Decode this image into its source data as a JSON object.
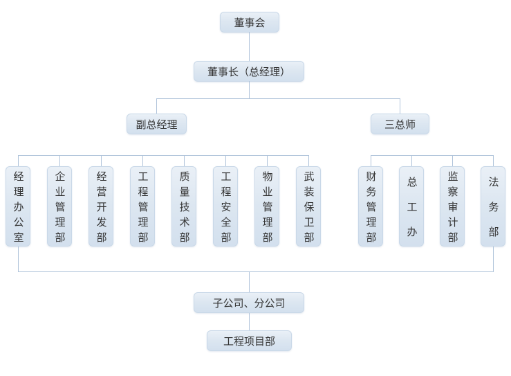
{
  "palette": {
    "background": "#ffffff",
    "box_fill_top": "#eaf0f7",
    "box_fill_bottom": "#d3e0ee",
    "box_border": "#c9d8e8",
    "connector_line": "#afc3da",
    "text": "#333333"
  },
  "org_chart": {
    "type": "org-tree",
    "nodes": {
      "board": {
        "label": "董事会"
      },
      "chairman": {
        "label": "董事长（总经理）"
      },
      "deputy_gm": {
        "label": "副总经理"
      },
      "three_chiefs": {
        "label": "三总师"
      },
      "left_departments": [
        {
          "label": "经理办公室"
        },
        {
          "label": "企业管理部"
        },
        {
          "label": "经营开发部"
        },
        {
          "label": "工程管理部"
        },
        {
          "label": "质量技术部"
        },
        {
          "label": "工程安全部"
        },
        {
          "label": "物业管理部"
        },
        {
          "label": "武装保卫部"
        }
      ],
      "right_departments": [
        {
          "label": "财务管理部"
        },
        {
          "label": "总工办"
        },
        {
          "label": "监察审计部"
        },
        {
          "label": "法务部"
        }
      ],
      "subsidiaries": {
        "label": "子公司、分公司"
      },
      "project_dept": {
        "label": "工程项目部"
      }
    },
    "edges": [
      {
        "parent": "董事会",
        "child": "董事长（总经理）"
      },
      {
        "parent": "董事长（总经理）",
        "child": "副总经理"
      },
      {
        "parent": "董事长（总经理）",
        "child": "三总师"
      },
      {
        "parent": "副总经理",
        "child": "经理办公室"
      },
      {
        "parent": "副总经理",
        "child": "企业管理部"
      },
      {
        "parent": "副总经理",
        "child": "经营开发部"
      },
      {
        "parent": "副总经理",
        "child": "工程管理部"
      },
      {
        "parent": "副总经理",
        "child": "质量技术部"
      },
      {
        "parent": "副总经理",
        "child": "工程安全部"
      },
      {
        "parent": "副总经理",
        "child": "物业管理部"
      },
      {
        "parent": "副总经理",
        "child": "武装保卫部"
      },
      {
        "parent": "三总师",
        "child": "财务管理部"
      },
      {
        "parent": "三总师",
        "child": "总工办"
      },
      {
        "parent": "三总师",
        "child": "监察审计部"
      },
      {
        "parent": "三总师",
        "child": "法务部"
      },
      {
        "parent": "部门层",
        "child": "子公司、分公司"
      },
      {
        "parent": "子公司、分公司",
        "child": "工程项目部"
      }
    ]
  }
}
